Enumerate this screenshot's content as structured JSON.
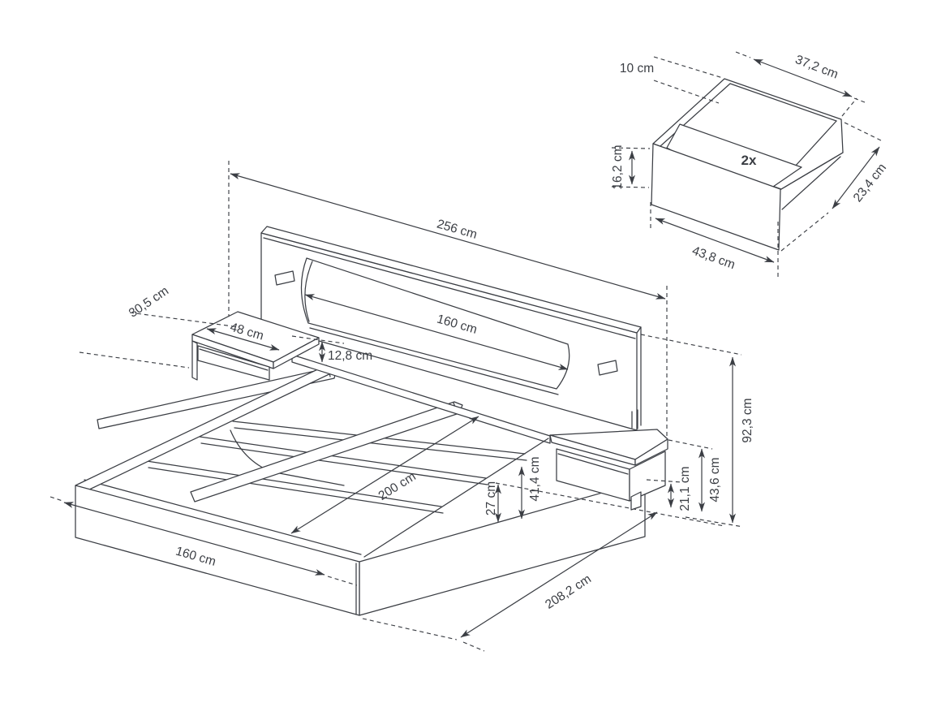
{
  "diagram": {
    "kind": "furniture-dimension-diagram",
    "subject": "bed with headboard, two floating nightstands and storage drawers",
    "line_color": "#3b3e44",
    "background_color": "#ffffff"
  },
  "drawer_detail": {
    "quantity": "2x",
    "side_clearance": "10 cm",
    "inner_width": "37,2 cm",
    "front_height": "16,2 cm",
    "inner_depth": "23,4 cm",
    "front_width": "43,8 cm"
  },
  "bed": {
    "headboard_width": "256 cm",
    "cushion_width": "160 cm",
    "nightstand_depth": "30,5 cm",
    "nightstand_width": "48 cm",
    "nightstand_top_thickness": "12,8 cm",
    "total_height": "92,3 cm",
    "nightstand_top_height": "43,6 cm",
    "frame_height": "21,1 cm",
    "headboard_lower_height": "41,4 cm",
    "side_rail_height": "27 cm",
    "mattress_length": "200 cm",
    "mattress_width": "160 cm",
    "total_length": "208,2 cm"
  }
}
